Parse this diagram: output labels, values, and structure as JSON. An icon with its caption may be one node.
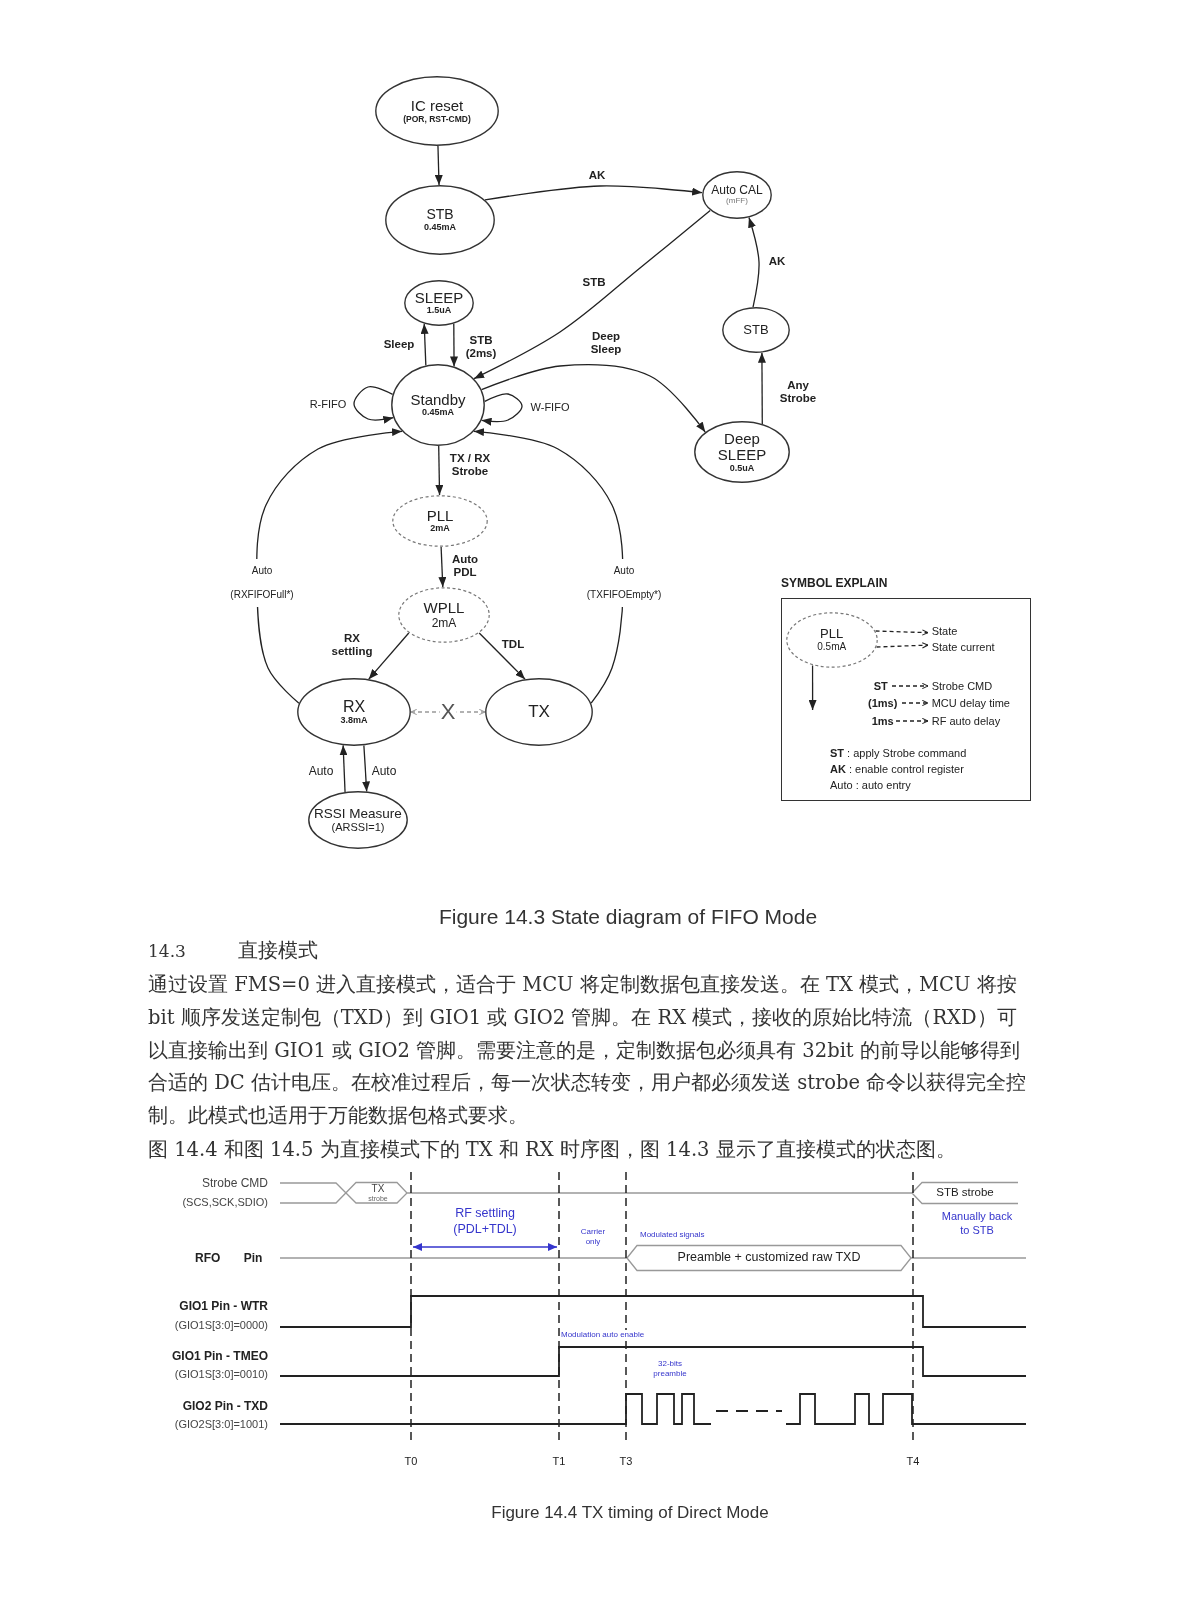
{
  "diagram": {
    "caption": "Figure 14.3 State diagram of FIFO Mode",
    "nodes": [
      {
        "text": [
          "IC reset",
          "(POR, RST-CMD)"
        ]
      },
      {
        "text": [
          "STB",
          "0.45mA"
        ]
      },
      {
        "text": [
          "Auto CAL",
          "(mFF)"
        ]
      },
      {
        "text": [
          "SLEEP",
          "1.5uA"
        ]
      },
      {
        "text": [
          "Standby",
          "0.45mA"
        ]
      },
      {
        "text": [
          "STB"
        ]
      },
      {
        "text": [
          "Deep SLEEP",
          "0.5uA"
        ]
      },
      {
        "text": [
          "PLL",
          "2mA"
        ]
      },
      {
        "text": [
          "WPLL",
          "2mA"
        ]
      },
      {
        "text": [
          "RX",
          "3.8mA"
        ]
      },
      {
        "text": [
          "TX"
        ]
      },
      {
        "text": [
          "RSSI Measure",
          "(ARSSI=1)"
        ]
      },
      {
        "text": [
          "SYMBOL EXPLAIN",
          "**ST** : apply Strobe command",
          "**AK** : enable control register",
          "Auto : auto entry"
        ]
      },
      {
        "text": [
          "PLL",
          "0.5mA"
        ],
        "in": 12
      },
      {
        "text": [
          "State"
        ],
        "in": 12
      },
      {
        "text": [
          "State current"
        ],
        "in": 12
      },
      {
        "text": [
          "ST"
        ],
        "in": 12
      },
      {
        "text": [
          "Strobe CMD"
        ],
        "in": 12
      },
      {
        "text": [
          "(1ms)"
        ],
        "in": 12
      },
      {
        "text": [
          "MCU delay time"
        ],
        "in": 12
      },
      {
        "text": [
          "1ms"
        ],
        "in": 12
      },
      {
        "text": [
          "RF auto delay"
        ],
        "in": 12
      }
    ],
    "edges": [
      {
        "from": 0,
        "to": 1,
        "arrow": "to"
      },
      {
        "from": 1,
        "to": 2,
        "arrow": "to",
        "label": "AK"
      },
      {
        "from": 2,
        "to": 4,
        "arrow": "to",
        "label": "STB"
      },
      {
        "from": 4,
        "to": 3,
        "arrow": "to",
        "label": "Sleep"
      },
      {
        "from": 3,
        "to": 4,
        "arrow": "to",
        "label": "STB (2ms)"
      },
      {
        "from": 4,
        "to": 4,
        "arrow": "to",
        "label": "R-FIFO"
      },
      {
        "from": 4,
        "to": 4,
        "arrow": "to",
        "label": "W-FIFO"
      },
      {
        "from": 4,
        "to": 6,
        "arrow": "to",
        "label": "Deep Sleep"
      },
      {
        "from": 6,
        "to": 5,
        "arrow": "to",
        "label": "Any Strobe"
      },
      {
        "from": 5,
        "to": 2,
        "arrow": "to",
        "label": "AK"
      },
      {
        "from": 4,
        "to": 7,
        "arrow": "to",
        "label": "TX / RX Strobe"
      },
      {
        "from": 7,
        "to": 8,
        "arrow": "to",
        "label": "Auto PDL"
      },
      {
        "from": 8,
        "to": 9,
        "arrow": "to",
        "label": "RX settling"
      },
      {
        "from": 8,
        "to": 10,
        "arrow": "to",
        "label": "TDL"
      },
      {
        "from": 9,
        "to": 4,
        "arrow": "to",
        "label": "Auto (RXFIFOFull*)"
      },
      {
        "from": 10,
        "to": 4,
        "arrow": "to",
        "label": "Auto (TXFIFOEmpty*)"
      },
      {
        "from": 9,
        "to": 10,
        "arrow": "both",
        "label": "X",
        "style": "dashed",
        "color": "#999999"
      },
      {
        "from": 11,
        "to": 9,
        "arrow": "to",
        "label": "Auto"
      },
      {
        "from": 9,
        "to": 11,
        "arrow": "to",
        "label": "Auto"
      },
      {
        "from": 13,
        "to": 14,
        "arrow": "to",
        "style": "dashed"
      },
      {
        "from": 13,
        "to": 15,
        "arrow": "to",
        "style": "dashed"
      },
      {
        "from": 13,
        "to": null,
        "arrow": "to"
      },
      {
        "from": 16,
        "to": 17,
        "arrow": "to",
        "style": "dashed"
      },
      {
        "from": 18,
        "to": 19,
        "arrow": "to",
        "style": "dashed"
      },
      {
        "from": 20,
        "to": 21,
        "arrow": "to",
        "style": "dashed"
      }
    ],
    "labels": [
      "14.3",
      "直接模式",
      "通过设置 FMS=0 进入直接模式，适合于 MCU 将定制数据包直接发送。在 TX 模式，MCU 将按 bit 顺序发送定制包（TXD）到 GIO1 或 GIO2 管脚。在 RX 模式，接收的原始比特流（RXD）可以直接输出到 GIO1 或 GIO2 管脚。需要注意的是，定制数据包必须具有 32bit 的前导以能够得到合适的 DC 估计电压。在校准过程后，每一次状态转变，用户都必须发送 strobe 命令以获得完全控制。此模式也适用于万能数据包格式要求。",
      "图 14.4 和图 14.5 为直接模式下的 TX 和 RX 时序图，图 14.3 显示了直接模式的状态图。",
      "Strobe CMD",
      "(SCS,SCK,SDIO)",
      "TX",
      "strobe",
      "STB strobe",
      "RF settling (PDL+TDL)",
      "Carrier only",
      "Modulated signals",
      "Manually back to STB",
      "RFO Pin",
      "Preamble + customized raw TXD",
      "GIO1 Pin - WTR",
      "(GIO1S[3:0]=0000)",
      "Modulation auto enable",
      "GIO1 Pin - TMEO",
      "(GIO1S[3:0]=0010)",
      "32-bits preamble",
      "GIO2 Pin - TXD",
      "(GIO2S[3:0]=1001)",
      "T0",
      "T1",
      "T3",
      "T4",
      "Figure 14.4 TX timing of Direct Mode"
    ]
  }
}
